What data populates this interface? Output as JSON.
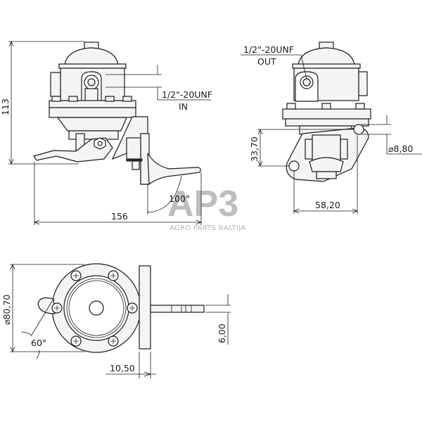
{
  "drawing": {
    "subject": "fuel-lift-pump",
    "views": {
      "side": {
        "height_dim": "113",
        "length_dim": "156",
        "lever_angle": "100°",
        "inlet_thread": "1/2\"-20UNF",
        "inlet_label": "IN"
      },
      "front": {
        "outlet_thread": "1/2\"-20UNF",
        "outlet_label": "OUT",
        "hole_offset_dim": "33,70",
        "hole_diameter_dim": "⌀8,80",
        "hole_spacing_dim": "58,20"
      },
      "top": {
        "body_diameter_dim": "⌀80,70",
        "angle_dim": "60°",
        "flange_thickness_dim": "10,50",
        "lever_width_dim": "6,00"
      }
    },
    "watermark": {
      "logo": "AP3",
      "text": "AGRO PARTS BALTIJA",
      "color": "#bdbdbd"
    }
  }
}
